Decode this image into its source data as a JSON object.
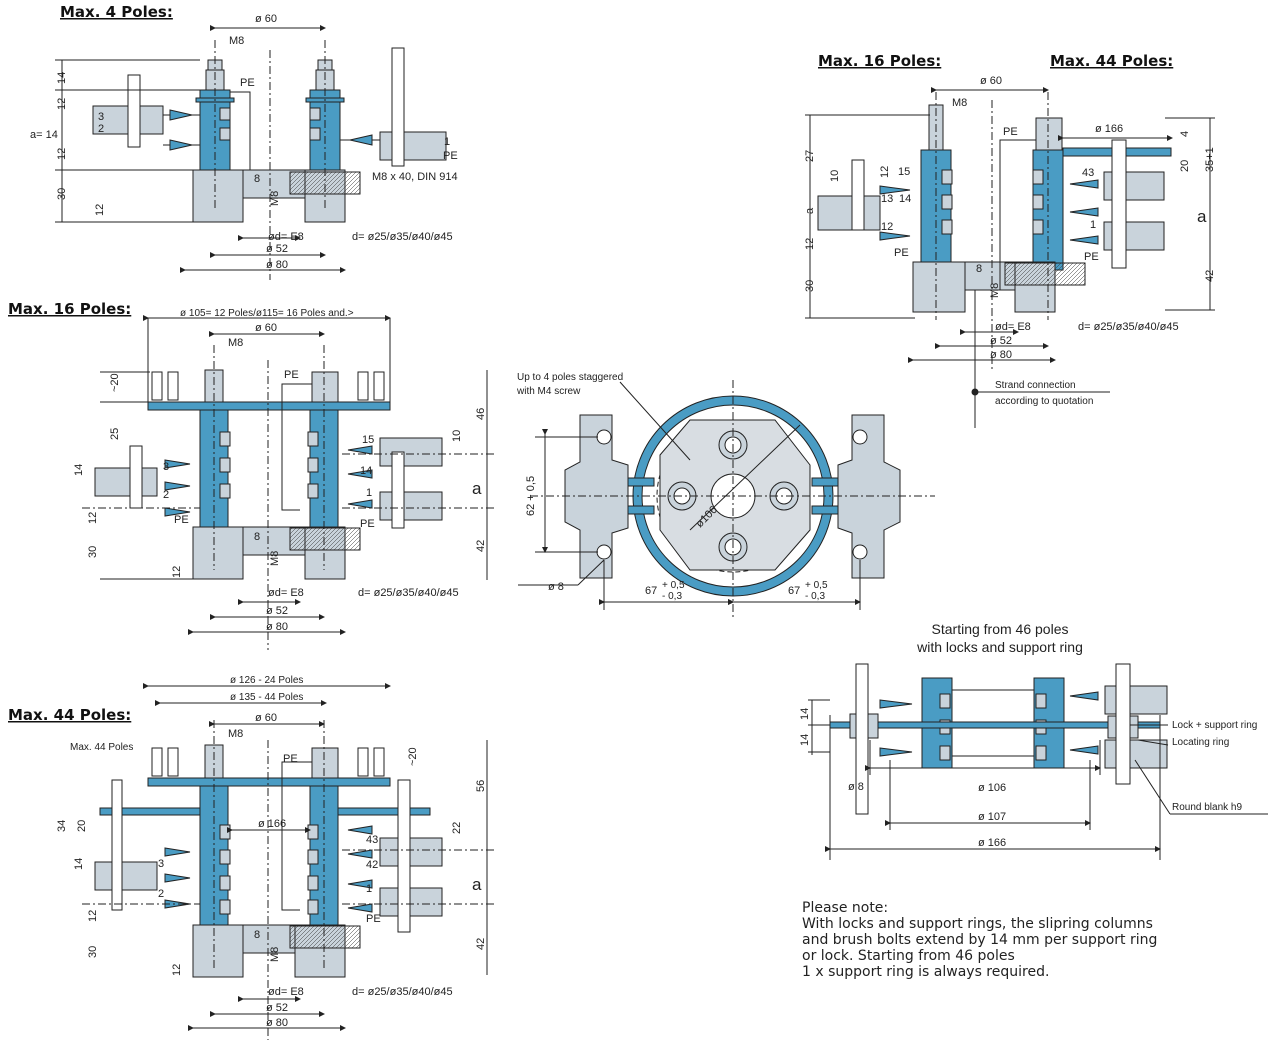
{
  "sections": {
    "max4": "Max. 4 Poles:",
    "max16_top": "Max. 16 Poles:",
    "max44_top": "Max. 44 Poles:",
    "max16": "Max. 16 Poles:",
    "max44": "Max. 44 Poles:"
  },
  "common_labels": {
    "d60": "ø 60",
    "m8": "M8",
    "pe": "PE",
    "od_e8": "ød= E8",
    "d52": "ø 52",
    "d80": "ø 80",
    "d_values": "d= ø25/ø35/ø40/ø45",
    "a": "a",
    "m8v": "M8",
    "n8": "8",
    "n12": "12",
    "n30": "30",
    "n42": "42",
    "n14": "14"
  },
  "max4_view": {
    "a14": "a= 14",
    "screw": "M8 x 40, DIN 914",
    "t1": "1",
    "t2": "2",
    "t3": "3"
  },
  "max16_top_view": {
    "d166": "ø 166",
    "n27": "27",
    "n10": "10",
    "n15": "15",
    "n13": "13",
    "n43": "43",
    "n20": "20",
    "n35": "35+1",
    "n4": "4",
    "n1": "1",
    "strand1": "Strand connection",
    "strand2": "according to quotation"
  },
  "max16_view": {
    "dia": "ø 105= 12 Poles/ø115= 16 Poles and.>",
    "n20": "~20",
    "n25": "25",
    "n46": "46",
    "n10": "10",
    "t15": "15",
    "t14": "14",
    "t3": "3",
    "t2": "2",
    "t1": "1"
  },
  "max44_view": {
    "dia1": "ø 126 - 24 Poles",
    "dia2": "ø 135 - 44 Poles",
    "maxpoles": "Max. 44 Poles",
    "d166": "ø 166",
    "n20": "~20",
    "n56": "56",
    "n34": "34",
    "n20b": "20",
    "n22": "22",
    "t43": "43",
    "t42": "42",
    "t3": "3",
    "t2": "2",
    "t1": "1"
  },
  "top_view": {
    "stagger1": "Up to 4 poles staggered",
    "stagger2": "with M4 screw",
    "d106": "ø106",
    "h62": "62 + 0,5",
    "d8": "ø 8",
    "w67": "67",
    "tol_plus": "+ 0,5",
    "tol_minus": "- 0,3"
  },
  "ring_view": {
    "title1": "Starting from 46 poles",
    "title2": "with locks and support ring",
    "lock": "Lock + support ring",
    "locating": "Locating ring",
    "round": "Round blank h9",
    "d8": "ø 8",
    "d106": "ø 106",
    "d107": "ø 107",
    "d166": "ø 166",
    "n14": "14"
  },
  "note": {
    "title": "Please note:",
    "body": "With locks and support rings, the slipring columns and brush bolts extend by 14 mm per support ring or lock. Starting from 46 poles",
    "last": "1 x support ring is always required."
  },
  "colors": {
    "insulator": "#4a9cc4",
    "part": "#c9d3db",
    "line": "#222222"
  }
}
